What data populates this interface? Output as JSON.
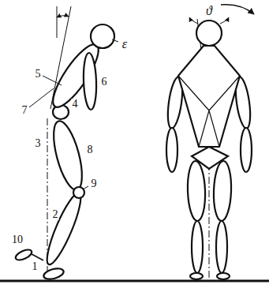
{
  "diagram": {
    "labels": [
      "1",
      "2",
      "3",
      "4",
      "5",
      "6",
      "7",
      "8",
      "9",
      "10",
      "ε",
      "ϑ"
    ]
  }
}
